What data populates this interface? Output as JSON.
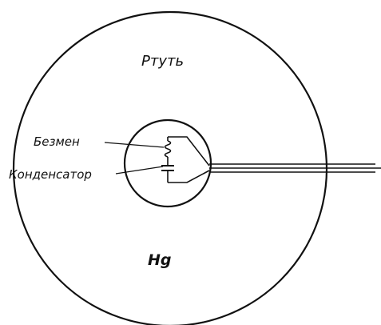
{
  "diagram": {
    "labels": {
      "outer_region": "Ртуть",
      "spring_scale": "Безмен",
      "capacitor": "Конденсатор",
      "element_symbol": "Hg"
    },
    "colors": {
      "ink": "#111111",
      "background": "#ffffff"
    }
  }
}
